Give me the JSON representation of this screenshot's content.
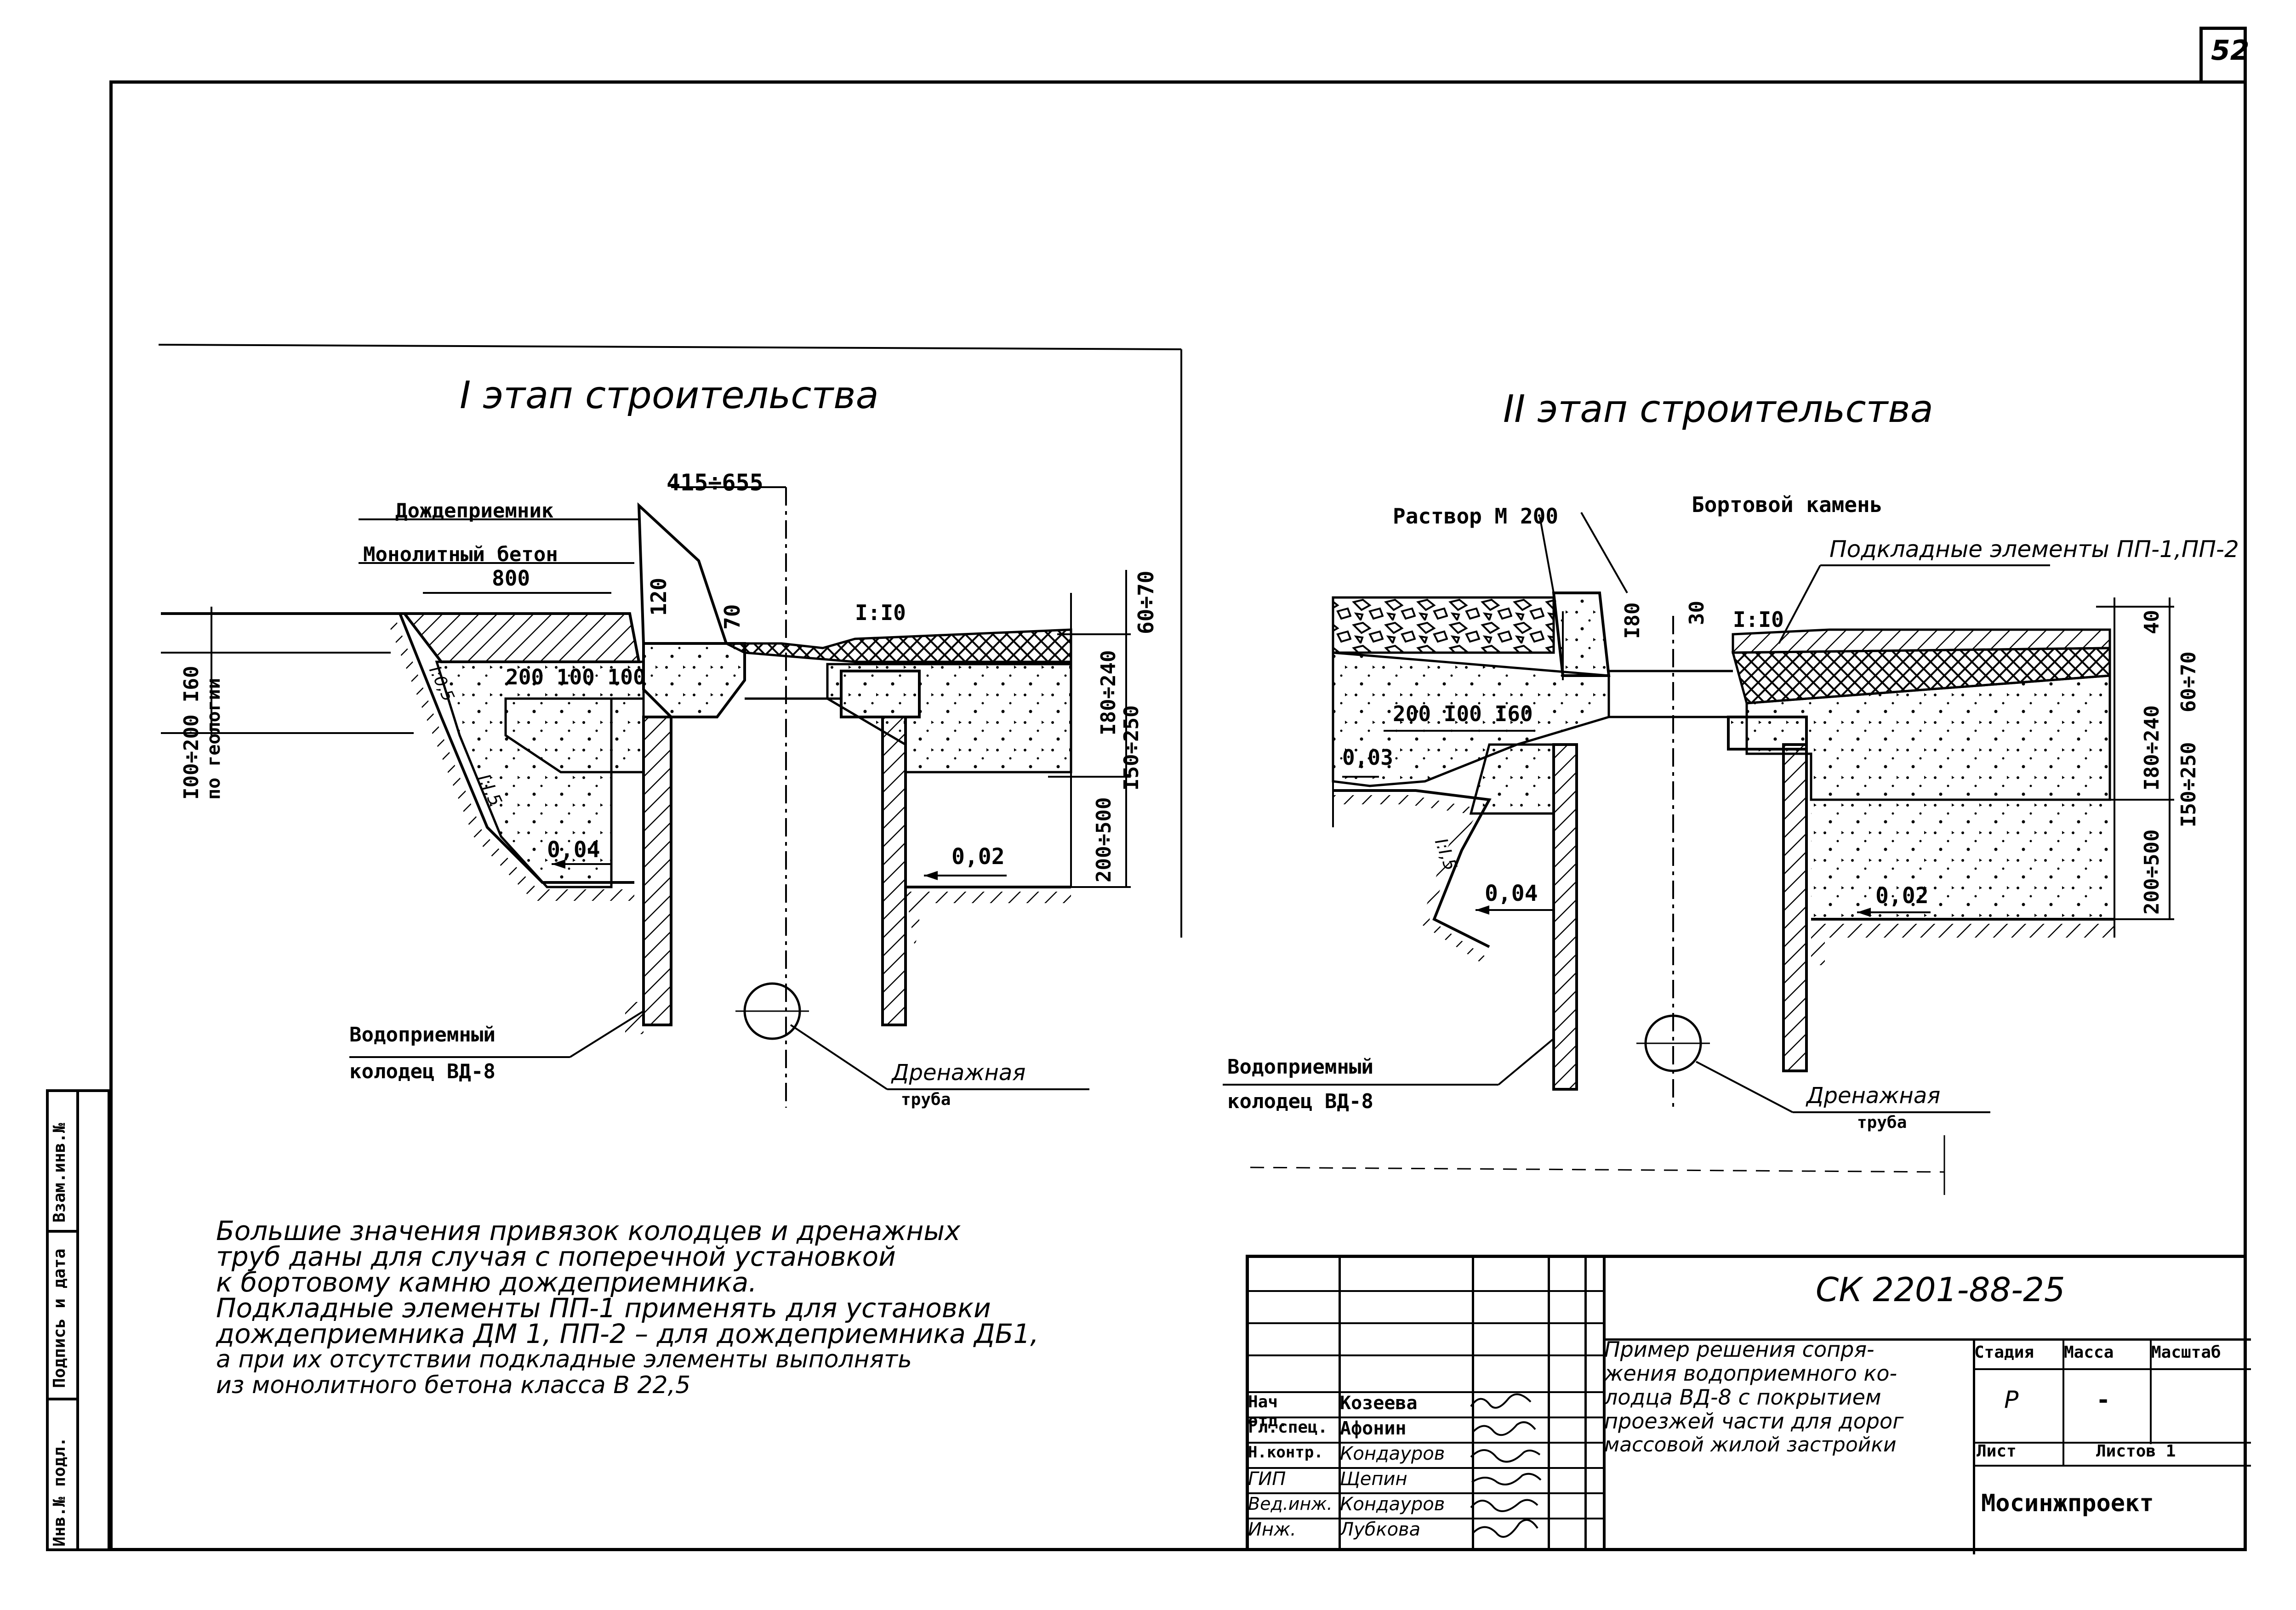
{
  "sheet": {
    "page_number": "52",
    "doc_code": "СК 2201-88-25",
    "organization": "Мосинжпроект",
    "title_lines": [
      "Пример решения сопря-",
      "жения водоприемного ко-",
      "лодца ВД-8 с покрытием",
      "проезжей части для дорог",
      "массовой жилой застройки"
    ],
    "stage_header": "Стадия",
    "mass_header": "Масса",
    "scale_header": "Масштаб",
    "stage_value": "Р",
    "mass_value": "-",
    "sheet_label": "Лист",
    "sheets_label": "Листов 1",
    "side_labels": [
      "Инв.№ подл.",
      "Подпись и дата",
      "Взам.инв.№"
    ],
    "roles": [
      {
        "role": "Нач отд.",
        "name": "Козеева"
      },
      {
        "role": "Гл.спец.",
        "name": "Афонин"
      },
      {
        "role": "Н.контр.",
        "name": "Кондауров"
      },
      {
        "role": "ГИП",
        "name": "Щепин"
      },
      {
        "role": "Вед.инж.",
        "name": "Кондауров"
      },
      {
        "role": "Инж.",
        "name": "Лубкова"
      }
    ]
  },
  "stage1": {
    "title": "I этап строительства",
    "labels": {
      "inlet": "Дождеприемник",
      "monolith": "Монолитный бетон",
      "width_800": "800",
      "offset": "415÷655",
      "slope_main": "I:I0",
      "dims_top": "60÷70",
      "dim_120": "120",
      "dim_70": "70",
      "dims_200_100_100": "200 100 100",
      "dim_180_240": "I80÷240",
      "dim_150_250": "I50÷250",
      "dim_200_500": "200÷500",
      "slope_004": "0,04",
      "slope_002": "0,02",
      "slope_15": "I:I,5",
      "slope_15b": "I:0,5",
      "left_dim": "I00÷200 I60",
      "left_dim2": "по геологии",
      "well1": "Водоприемный",
      "well2": "колодец ВД-8",
      "pipe1": "Дренажная",
      "pipe2": "труба"
    }
  },
  "stage2": {
    "title": "II этап строительства",
    "labels": {
      "mortar": "Раствор М 200",
      "curb": "Бортовой камень",
      "pads": "Подкладные элементы ПП-1,ПП-2",
      "dim_180": "I80",
      "dim_30": "30",
      "slope_main": "I:I0",
      "dim_40": "40",
      "dim_60_70": "60÷70",
      "dims_200_100_160": "200 I00 I60",
      "slope_003": "0,03",
      "dim_180_240": "I80÷240",
      "dim_150_250": "I50÷250",
      "dim_200_500": "200÷500",
      "slope_004": "0,04",
      "slope_002": "0,02",
      "slope_15": "I:I,5",
      "well1": "Водоприемный",
      "well2": "колодец ВД-8",
      "pipe1": "Дренажная",
      "pipe2": "труба"
    }
  },
  "notes": [
    "Большие значения привязок колодцев и дренажных",
    "труб даны для случая с поперечной установкой",
    "к бортовому камню дождеприемника.",
    "Подкладные элементы ПП-1 применять для установки",
    "дождеприемника ДМ 1, ПП-2 – для дождеприемника ДБ1,",
    "а при их отсутствии подкладные элементы выполнять",
    "из монолитного бетона класса В 22,5"
  ]
}
